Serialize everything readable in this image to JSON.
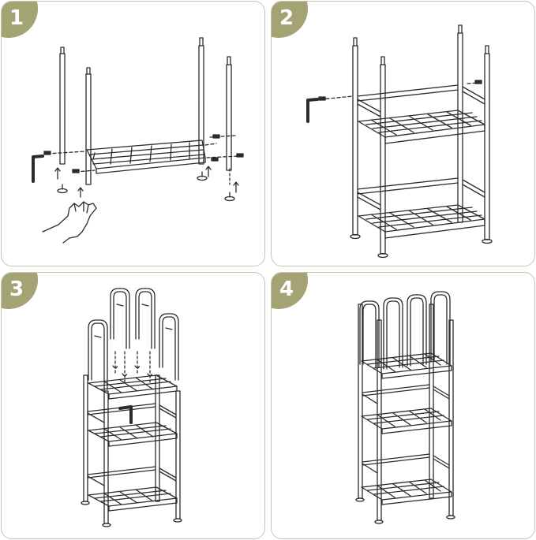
{
  "colors": {
    "accent": "#a3a374",
    "border": "#c9c4ad",
    "line": "#2b2b2b"
  },
  "panels": [
    {
      "step": "1"
    },
    {
      "step": "2"
    },
    {
      "step": "3"
    },
    {
      "step": "4"
    }
  ]
}
